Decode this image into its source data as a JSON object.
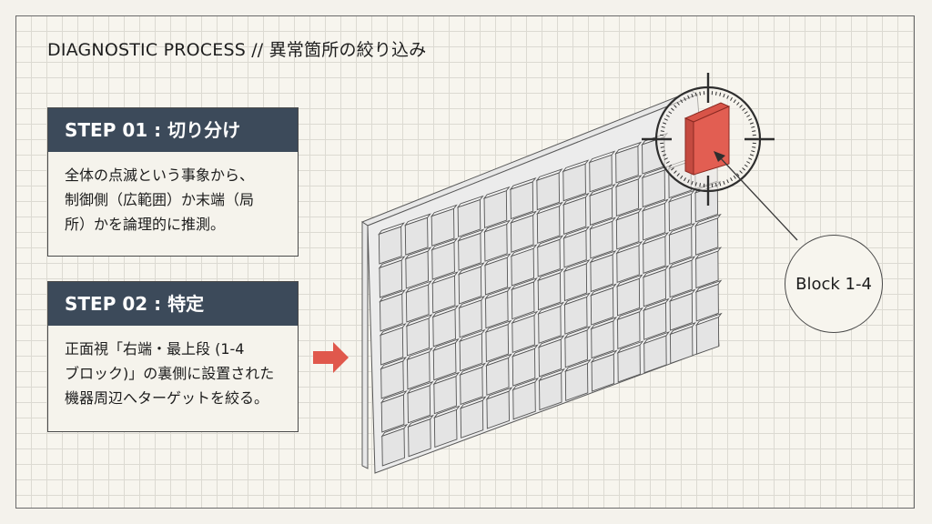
{
  "header": {
    "title": "DIAGNOSTIC PROCESS  //  異常箇所の絞り込み"
  },
  "steps": [
    {
      "label": "STEP 01 : 切り分け",
      "lines": [
        "全体の点滅という事象から、",
        "制御側（広範囲）か末端（局",
        "所）かを論理的に推測。"
      ]
    },
    {
      "label": "STEP 02 : 特定",
      "lines": [
        "正面視「右端・最上段 (1-4",
        "ブロック)」の裏側に設置された",
        "機器周辺へターゲットを絞る。"
      ]
    }
  ],
  "callout": {
    "label": "Block 1-4"
  },
  "colors": {
    "accent_red": "#e0584c",
    "header_navy": "#3c4a5a",
    "panel_gray": "#e6e6e6",
    "line": "#2e2e2e"
  },
  "icons": {
    "arrow": "right-arrow-icon",
    "target": "crosshair-target-icon"
  }
}
